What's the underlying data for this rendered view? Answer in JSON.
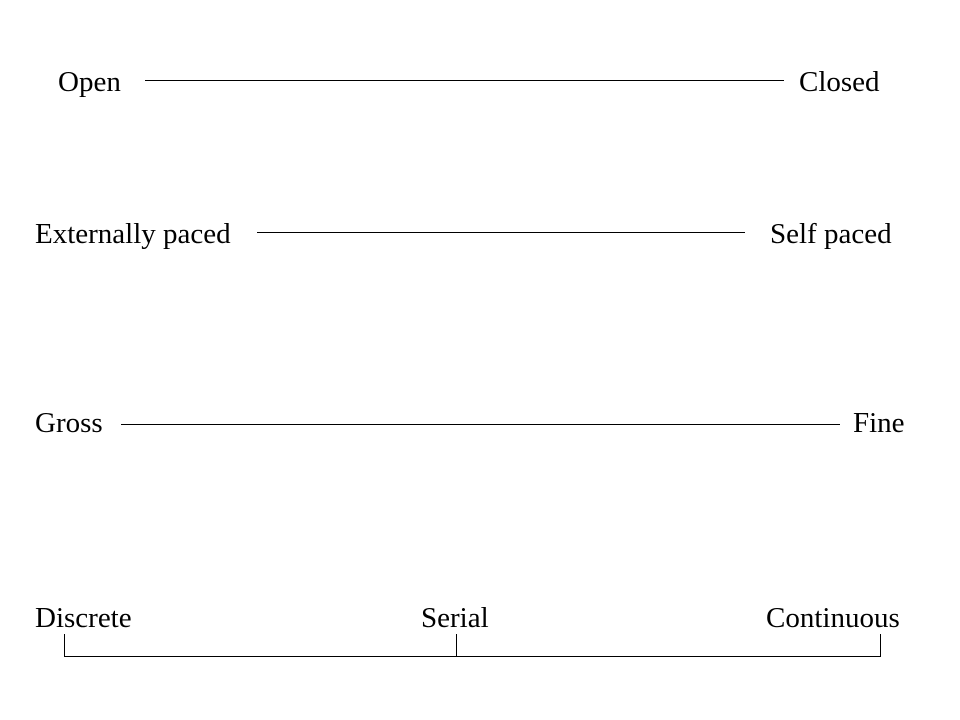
{
  "continua": [
    {
      "left": "Open",
      "right": "Closed"
    },
    {
      "left": "Externally paced",
      "right": "Self paced"
    },
    {
      "left": "Gross",
      "right": "Fine"
    },
    {
      "left": "Discrete",
      "middle": "Serial",
      "right": "Continuous"
    }
  ]
}
